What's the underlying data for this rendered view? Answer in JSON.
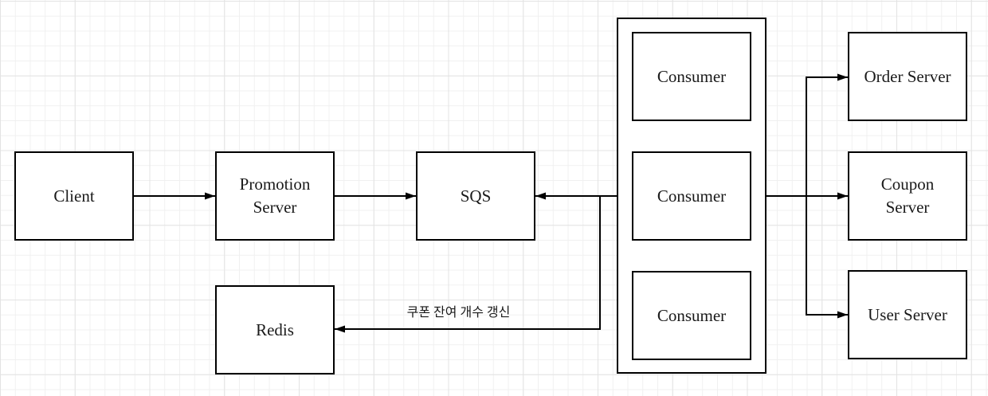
{
  "diagram": {
    "nodes": {
      "client": "Client",
      "promotion_server": "Promotion Server",
      "sqs": "SQS",
      "redis": "Redis",
      "consumer_1": "Consumer",
      "consumer_2": "Consumer",
      "consumer_3": "Consumer",
      "order_server": "Order Server",
      "coupon_server": "Coupon Server",
      "user_server": "User Server"
    },
    "edge_labels": {
      "coupon_count_update": "쿠폰 잔여 개수 갱신"
    },
    "colors": {
      "node_border": "#000000",
      "node_fill": "#ffffff",
      "label_text": "#1a1a1a",
      "arrow": "#000000",
      "grid_minor": "#f0f0f0",
      "grid_major": "#e3e3e3",
      "canvas_bg": "#ffffff"
    }
  }
}
